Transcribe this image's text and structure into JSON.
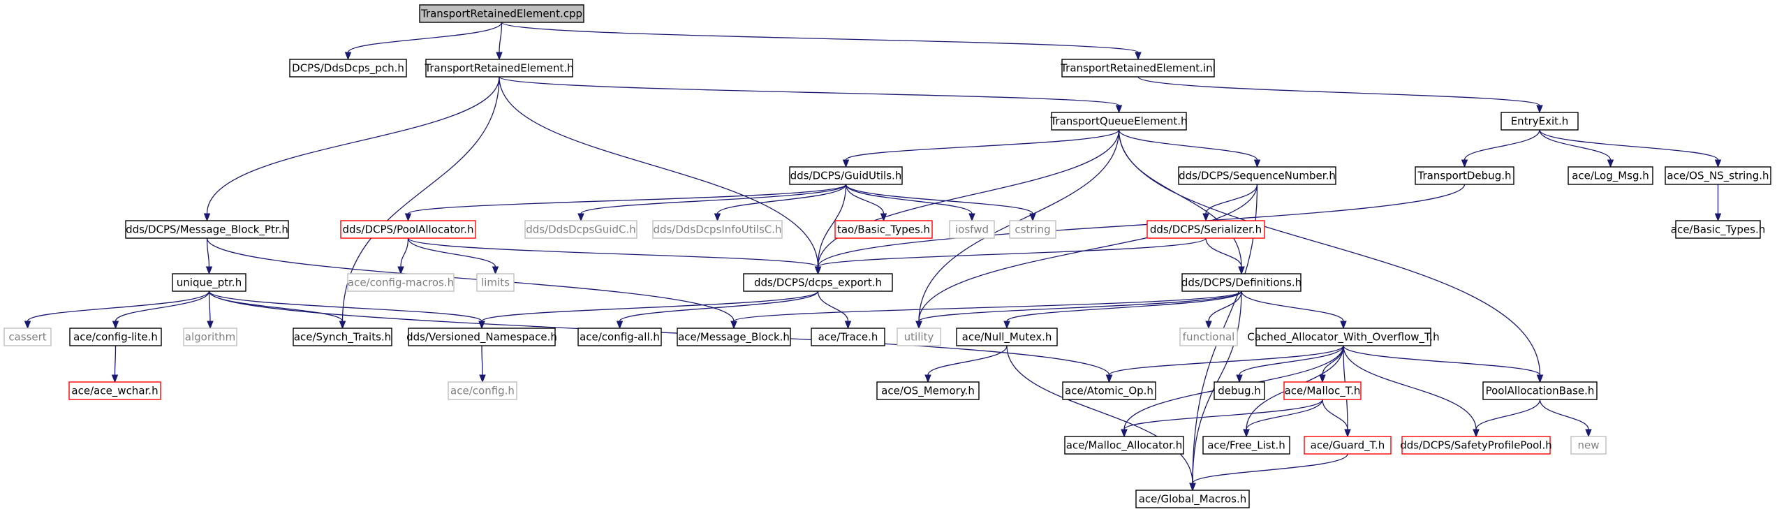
{
  "graph": {
    "colors": {
      "edge": "#191970",
      "normal_border": "#000000",
      "external_border": "#bfbfbf",
      "truncated_border": "#ff0000",
      "root_fill": "#bfbfbf",
      "normal_text": "#000000",
      "external_text": "#7f7f7f"
    },
    "nodes": [
      {
        "id": "root",
        "label": "TransportRetainedElement.cpp",
        "kind": "root"
      },
      {
        "id": "pch",
        "label": "DCPS/DdsDcps_pch.h",
        "kind": "normal"
      },
      {
        "id": "treh",
        "label": "TransportRetainedElement.h",
        "kind": "normal"
      },
      {
        "id": "inl",
        "label": "TransportRetainedElement.inl",
        "kind": "normal"
      },
      {
        "id": "tqe",
        "label": "TransportQueueElement.h",
        "kind": "normal"
      },
      {
        "id": "entry",
        "label": "EntryExit.h",
        "kind": "normal"
      },
      {
        "id": "guid",
        "label": "dds/DCPS/GuidUtils.h",
        "kind": "normal"
      },
      {
        "id": "seqnum",
        "label": "dds/DCPS/SequenceNumber.h",
        "kind": "normal"
      },
      {
        "id": "tdebug",
        "label": "TransportDebug.h",
        "kind": "normal"
      },
      {
        "id": "logmsg",
        "label": "ace/Log_Msg.h",
        "kind": "normal"
      },
      {
        "id": "osns",
        "label": "ace/OS_NS_string.h",
        "kind": "normal"
      },
      {
        "id": "mbp",
        "label": "dds/DCPS/Message_Block_Ptr.h",
        "kind": "normal"
      },
      {
        "id": "pool",
        "label": "dds/DCPS/PoolAllocator.h",
        "kind": "truncated"
      },
      {
        "id": "guidc",
        "label": "dds/DdsDcpsGuidC.h",
        "kind": "external"
      },
      {
        "id": "infoutil",
        "label": "dds/DdsDcpsInfoUtilsC.h",
        "kind": "external"
      },
      {
        "id": "taobt",
        "label": "tao/Basic_Types.h",
        "kind": "truncated"
      },
      {
        "id": "iosfwd",
        "label": "iosfwd",
        "kind": "external"
      },
      {
        "id": "cstring",
        "label": "cstring",
        "kind": "external"
      },
      {
        "id": "serial",
        "label": "dds/DCPS/Serializer.h",
        "kind": "truncated"
      },
      {
        "id": "acebt",
        "label": "ace/Basic_Types.h",
        "kind": "normal"
      },
      {
        "id": "uptr",
        "label": "unique_ptr.h",
        "kind": "normal"
      },
      {
        "id": "cfgmac",
        "label": "ace/config-macros.h",
        "kind": "external"
      },
      {
        "id": "limits",
        "label": "limits",
        "kind": "external"
      },
      {
        "id": "export",
        "label": "dds/DCPS/dcps_export.h",
        "kind": "normal"
      },
      {
        "id": "defs",
        "label": "dds/DCPS/Definitions.h",
        "kind": "normal"
      },
      {
        "id": "cassert",
        "label": "cassert",
        "kind": "external"
      },
      {
        "id": "cfglite",
        "label": "ace/config-lite.h",
        "kind": "normal"
      },
      {
        "id": "algo",
        "label": "algorithm",
        "kind": "external"
      },
      {
        "id": "synch",
        "label": "ace/Synch_Traits.h",
        "kind": "normal"
      },
      {
        "id": "vns",
        "label": "dds/Versioned_Namespace.h",
        "kind": "normal"
      },
      {
        "id": "cfgall",
        "label": "ace/config-all.h",
        "kind": "normal"
      },
      {
        "id": "msgblk",
        "label": "ace/Message_Block.h",
        "kind": "normal"
      },
      {
        "id": "trace",
        "label": "ace/Trace.h",
        "kind": "normal"
      },
      {
        "id": "utility",
        "label": "utility",
        "kind": "external"
      },
      {
        "id": "nullmx",
        "label": "ace/Null_Mutex.h",
        "kind": "normal"
      },
      {
        "id": "func",
        "label": "functional",
        "kind": "external"
      },
      {
        "id": "cawo",
        "label": "Cached_Allocator_With_Overflow_T.h",
        "kind": "normal"
      },
      {
        "id": "wchar",
        "label": "ace/ace_wchar.h",
        "kind": "truncated"
      },
      {
        "id": "cfgh",
        "label": "ace/config.h",
        "kind": "external"
      },
      {
        "id": "osmem",
        "label": "ace/OS_Memory.h",
        "kind": "normal"
      },
      {
        "id": "atomic",
        "label": "ace/Atomic_Op.h",
        "kind": "normal"
      },
      {
        "id": "debug",
        "label": "debug.h",
        "kind": "normal"
      },
      {
        "id": "malloct",
        "label": "ace/Malloc_T.h",
        "kind": "truncated"
      },
      {
        "id": "pab",
        "label": "PoolAllocationBase.h",
        "kind": "normal"
      },
      {
        "id": "mallocalloc",
        "label": "ace/Malloc_Allocator.h",
        "kind": "normal"
      },
      {
        "id": "freelist",
        "label": "ace/Free_List.h",
        "kind": "normal"
      },
      {
        "id": "guard",
        "label": "ace/Guard_T.h",
        "kind": "truncated"
      },
      {
        "id": "safety",
        "label": "dds/DCPS/SafetyProfilePool.h",
        "kind": "truncated"
      },
      {
        "id": "newh",
        "label": "new",
        "kind": "external"
      },
      {
        "id": "globmac",
        "label": "ace/Global_Macros.h",
        "kind": "normal"
      }
    ],
    "edges": [
      [
        "root",
        "pch"
      ],
      [
        "root",
        "treh"
      ],
      [
        "root",
        "inl"
      ],
      [
        "treh",
        "mbp"
      ],
      [
        "treh",
        "synch"
      ],
      [
        "treh",
        "export"
      ],
      [
        "treh",
        "tqe"
      ],
      [
        "inl",
        "entry"
      ],
      [
        "tqe",
        "guid"
      ],
      [
        "tqe",
        "seqnum"
      ],
      [
        "tqe",
        "export"
      ],
      [
        "tqe",
        "utility"
      ],
      [
        "tqe",
        "defs"
      ],
      [
        "tqe",
        "pab"
      ],
      [
        "entry",
        "tdebug"
      ],
      [
        "entry",
        "logmsg"
      ],
      [
        "entry",
        "osns"
      ],
      [
        "osns",
        "acebt"
      ],
      [
        "tdebug",
        "export"
      ],
      [
        "guid",
        "pool"
      ],
      [
        "guid",
        "guidc"
      ],
      [
        "guid",
        "infoutil"
      ],
      [
        "guid",
        "taobt"
      ],
      [
        "guid",
        "iosfwd"
      ],
      [
        "guid",
        "cstring"
      ],
      [
        "guid",
        "export"
      ],
      [
        "seqnum",
        "serial"
      ],
      [
        "seqnum",
        "utility"
      ],
      [
        "seqnum",
        "globmac"
      ],
      [
        "serial",
        "export"
      ],
      [
        "serial",
        "defs"
      ],
      [
        "pool",
        "cfgmac"
      ],
      [
        "pool",
        "limits"
      ],
      [
        "pool",
        "export"
      ],
      [
        "mbp",
        "uptr"
      ],
      [
        "mbp",
        "msgblk"
      ],
      [
        "uptr",
        "cassert"
      ],
      [
        "uptr",
        "cfglite"
      ],
      [
        "uptr",
        "algo"
      ],
      [
        "uptr",
        "synch"
      ],
      [
        "uptr",
        "vns"
      ],
      [
        "uptr",
        "atomic"
      ],
      [
        "cfglite",
        "wchar"
      ],
      [
        "export",
        "vns"
      ],
      [
        "export",
        "cfgall"
      ],
      [
        "export",
        "trace"
      ],
      [
        "vns",
        "cfgh"
      ],
      [
        "defs",
        "msgblk"
      ],
      [
        "defs",
        "utility"
      ],
      [
        "defs",
        "nullmx"
      ],
      [
        "defs",
        "func"
      ],
      [
        "defs",
        "cawo"
      ],
      [
        "defs",
        "globmac"
      ],
      [
        "nullmx",
        "osmem"
      ],
      [
        "nullmx",
        "globmac"
      ],
      [
        "cawo",
        "atomic"
      ],
      [
        "cawo",
        "debug"
      ],
      [
        "cawo",
        "malloct"
      ],
      [
        "cawo",
        "mallocalloc"
      ],
      [
        "cawo",
        "freelist"
      ],
      [
        "cawo",
        "guard"
      ],
      [
        "cawo",
        "safety"
      ],
      [
        "cawo",
        "pab"
      ],
      [
        "malloct",
        "mallocalloc"
      ],
      [
        "malloct",
        "freelist"
      ],
      [
        "malloct",
        "guard"
      ],
      [
        "pab",
        "safety"
      ],
      [
        "pab",
        "newh"
      ],
      [
        "guard",
        "globmac"
      ]
    ]
  }
}
